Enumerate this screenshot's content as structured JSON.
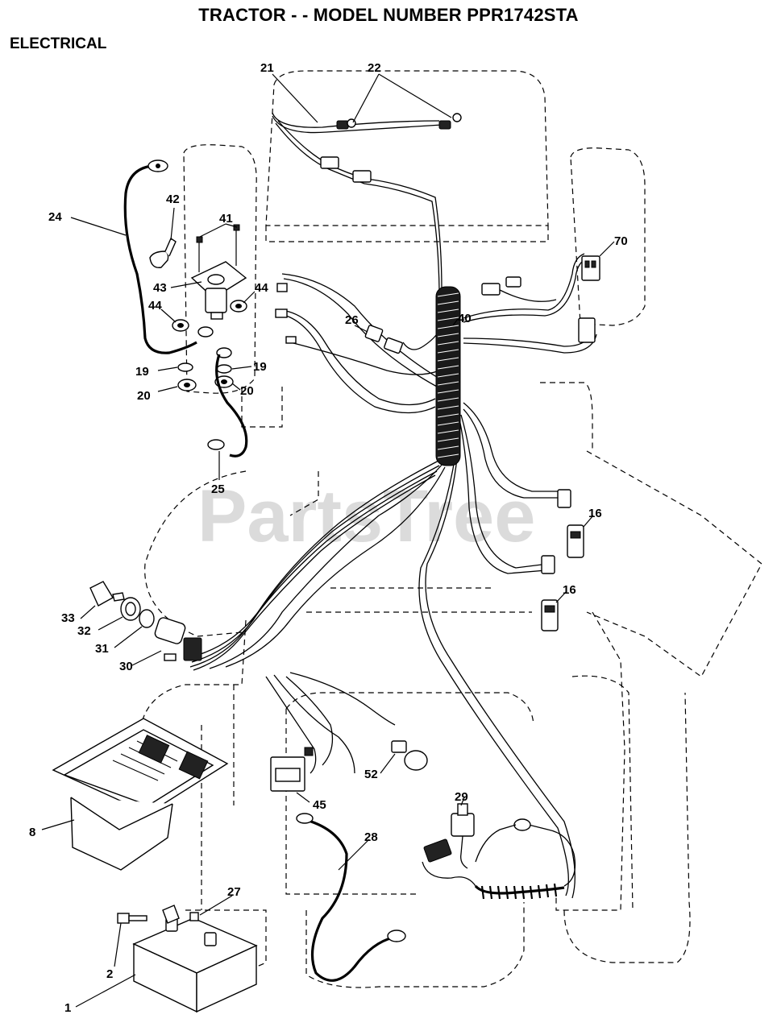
{
  "header": {
    "title": "TRACTOR - - MODEL NUMBER PPR1742STA",
    "section": "ELECTRICAL"
  },
  "watermark": "PartsTree",
  "callouts": [
    {
      "id": "c21",
      "label": "21"
    },
    {
      "id": "c22",
      "label": "22"
    },
    {
      "id": "c24",
      "label": "24"
    },
    {
      "id": "c42",
      "label": "42"
    },
    {
      "id": "c41",
      "label": "41"
    },
    {
      "id": "c43",
      "label": "43"
    },
    {
      "id": "c44a",
      "label": "44"
    },
    {
      "id": "c44b",
      "label": "44"
    },
    {
      "id": "c19a",
      "label": "19"
    },
    {
      "id": "c19b",
      "label": "19"
    },
    {
      "id": "c20a",
      "label": "20"
    },
    {
      "id": "c20b",
      "label": "20"
    },
    {
      "id": "c25",
      "label": "25"
    },
    {
      "id": "c26",
      "label": "26"
    },
    {
      "id": "c40",
      "label": "40"
    },
    {
      "id": "c70",
      "label": "70"
    },
    {
      "id": "c16a",
      "label": "16"
    },
    {
      "id": "c16b",
      "label": "16"
    },
    {
      "id": "c33",
      "label": "33"
    },
    {
      "id": "c32",
      "label": "32"
    },
    {
      "id": "c31",
      "label": "31"
    },
    {
      "id": "c30",
      "label": "30"
    },
    {
      "id": "c8",
      "label": "8"
    },
    {
      "id": "c45",
      "label": "45"
    },
    {
      "id": "c52",
      "label": "52"
    },
    {
      "id": "c29",
      "label": "29"
    },
    {
      "id": "c28",
      "label": "28"
    },
    {
      "id": "c27",
      "label": "27"
    },
    {
      "id": "c2",
      "label": "2"
    },
    {
      "id": "c1",
      "label": "1"
    }
  ]
}
